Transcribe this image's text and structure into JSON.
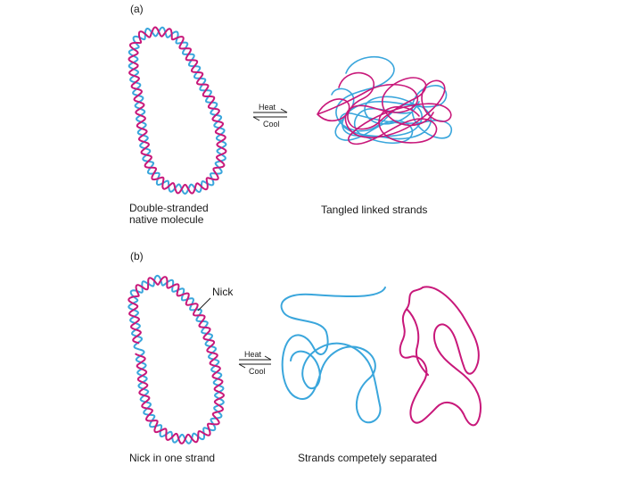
{
  "panel_a": {
    "label": "(a)",
    "arrow": {
      "top": "Heat",
      "bottom": "Cool"
    },
    "left_caption": [
      "Double-stranded",
      "native molecule"
    ],
    "right_caption": "Tangled linked strands"
  },
  "panel_b": {
    "label": "(b)",
    "nick_label": "Nick",
    "arrow": {
      "top": "Heat",
      "bottom": "Cool"
    },
    "left_caption": "Nick in one strand",
    "right_caption": "Strands competely separated"
  },
  "colors": {
    "strand_blue": "#3aa6dc",
    "strand_magenta": "#c8187a",
    "text": "#1a1a1a"
  }
}
